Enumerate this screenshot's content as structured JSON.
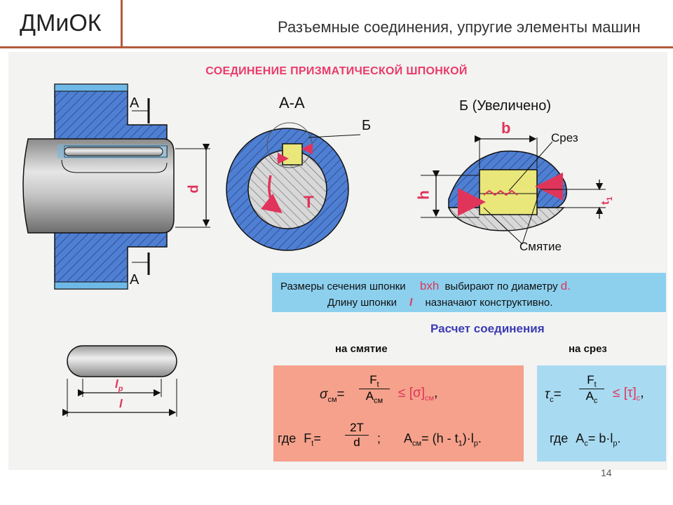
{
  "header": {
    "logo": "ДМиОК",
    "subtitle": "Разъемные соединения, упругие элементы машин"
  },
  "title": "СОЕДИНЕНИЕ ПРИЗМАТИЧЕСКОЙ ШПОНКОЙ",
  "labels": {
    "section_aa": "А-А",
    "section_b": "Б (Увеличено)",
    "b_letter": "Б",
    "a_top": "А",
    "a_bottom": "А",
    "d": "d",
    "torque": "T",
    "width_b": "b",
    "height_h": "h",
    "depth_t": "t",
    "depth_t_sub": "1",
    "shear": "Срез",
    "crush": "Смятие",
    "lp": "l",
    "lp_sub": "p",
    "l": "l"
  },
  "info": {
    "line1_a": "Размеры сечения шпонки",
    "line1_b": "bxh",
    "line1_c": "выбирают по диаметру",
    "line1_d": "d.",
    "line2_a": "Длину шпонки",
    "line2_b": "l",
    "line2_c": "назначают  конструктивно."
  },
  "calc": {
    "title": "Расчет  соединения",
    "crush_title": "на смятие",
    "shear_title": "на срез"
  },
  "formula_crush": {
    "sigma": "σ",
    "sigma_sub": "см",
    "eq": "=",
    "num": "F",
    "num_sub": "t",
    "den": "A",
    "den_sub": "см",
    "le": "≤ [σ]",
    "le_sub": "см",
    "tail": ",",
    "where": "где",
    "ft": "F",
    "ft_sub": "t",
    "ft_eq": "=",
    "ft_num": "2T",
    "ft_den": "d",
    "semi": ";",
    "a": "A",
    "a_sub": "см",
    "a_eq": "= (h - t",
    "a_t_sub": "1",
    "a_tail": ")·l",
    "a_tail_sub": "p",
    "a_end": "."
  },
  "formula_shear": {
    "tau": "τ",
    "tau_sub": "c",
    "eq": "=",
    "num": "F",
    "num_sub": "t",
    "den": "A",
    "den_sub": "c",
    "le": "≤ [τ]",
    "le_sub": "c",
    "tail": ",",
    "where": "где",
    "a": "A",
    "a_sub": "c",
    "a_eq": "= b·l",
    "a_eq_sub": "p",
    "a_end": "."
  },
  "page_number": "14",
  "colors": {
    "accent_line": "#b45a3c",
    "title": "#ea3a6a",
    "blue_part": "#4f7fd2",
    "key": "#e9e77a",
    "info_box": "#8cd0ee",
    "pink_box": "#f5a18b",
    "blue_box": "#a8daf1"
  }
}
